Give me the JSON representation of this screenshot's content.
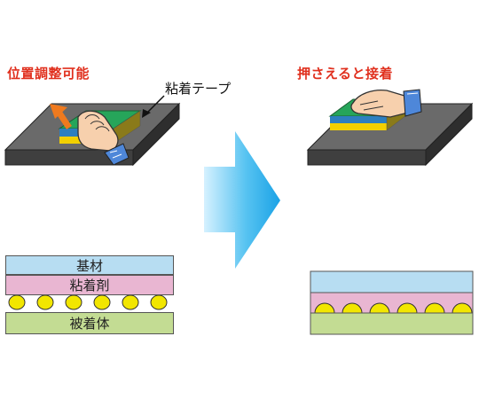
{
  "left": {
    "heading": "位置調整可能",
    "callout": "粘着テープ",
    "layers": {
      "substrate": "基材",
      "adhesive": "粘着剤",
      "adherend": "被着体"
    }
  },
  "right": {
    "heading": "押さえると接着"
  },
  "colors": {
    "heading": "#e0301e",
    "substrate_layer": "#b7ddf2",
    "adhesive_layer": "#e9b6d2",
    "adhesive_dots": "#f2e600",
    "adherend_layer": "#c3dc93",
    "plate": "#5a5a5a",
    "tape_top": "#1f9a4a",
    "tape_core": "#2d7fbf",
    "tape_bottom": "#f2d000",
    "arrow": "#29a9e8",
    "motion_arrow": "#f07a1e"
  }
}
